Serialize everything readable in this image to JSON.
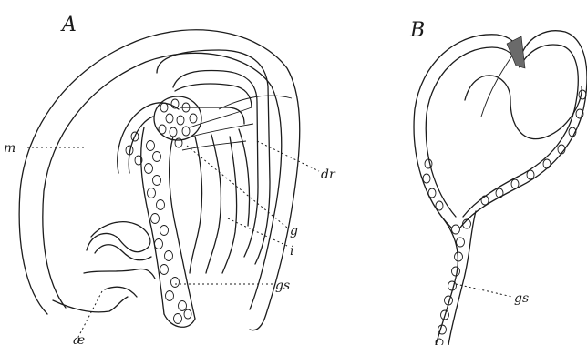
{
  "panels": [
    {
      "letter": "A"
    },
    {
      "letter": "B"
    }
  ],
  "labels": {
    "m": "m",
    "dr": "dr",
    "g": "g",
    "i": "i",
    "gs_a": "gs",
    "ae": "æ",
    "gs_b": "gs"
  }
}
